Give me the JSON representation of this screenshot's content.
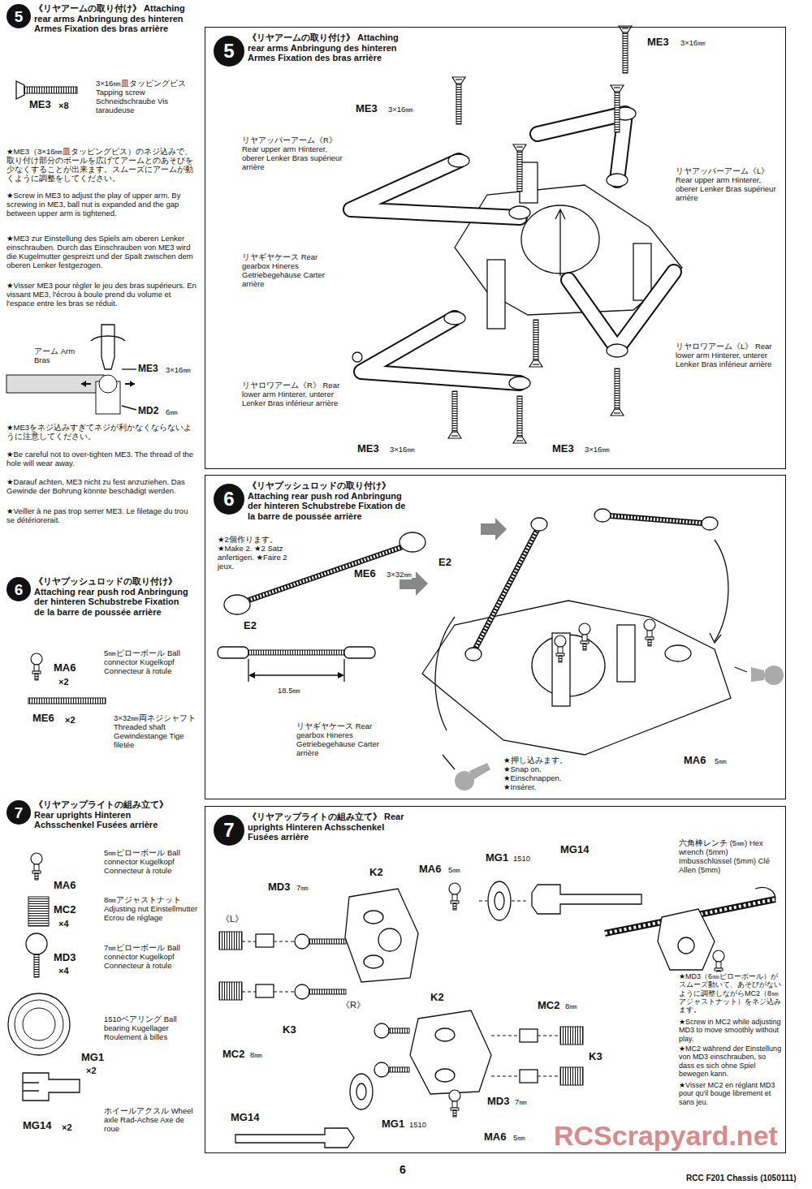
{
  "diagram": {
    "nodes": [
      {
        "text": [
          "5"
        ]
      },
      {
        "text": [
          "《リヤアームの取り付け》 Attaching rear arms Anbringung des hinteren Armes Fixation des bras arrière"
        ]
      },
      {
        "text": [
          "5"
        ],
        "in": 1
      },
      {
        "text": [
          "6"
        ]
      },
      {
        "text": [
          "《リヤプッシュロッドの取り付け》 Attaching rear push rod Anbringung der hinteren Schubstrebe Fixation de la barre de poussée arrière"
        ]
      },
      {
        "text": [
          "6"
        ],
        "in": 4
      },
      {
        "text": [
          "7"
        ]
      },
      {
        "text": [
          "《リヤアップライトの組み立て》 Rear uprights Hinteren Achsschenkel Fusées arrière"
        ]
      },
      {
        "text": [
          "7"
        ],
        "in": 7
      }
    ],
    "labels": [
      "《リヤアームの取り付け》 Attaching rear arms Anbringung des hinteren Armes Fixation des bras arrière",
      "3×16㎜皿タッピングビス Tapping screw Schneidschraube Vis taraudeuse",
      "ME3",
      "×8",
      "★ME3（3×16㎜皿タッピングビス）のネジ込みで、取り付け部分のボールを広げてアームとのあそびを少なくすることが出来ます。スムーズにアームが動くように調整をしてください。",
      "★Screw in ME3 to adjust the play of upper arm. By screwing in ME3, ball nut is expanded and the gap between upper arm is tightened.",
      "★ME3 zur Einstellung des Spiels am oberen Lenker einschrauben. Durch das Einschrauben von ME3 wird die Kugelmutter gespreizt und der Spalt zwischen dem oberen Lenker festgezogen.",
      "★Visser ME3 pour régler le jeu des bras supérieurs. En vissant ME3, l'écrou à boule prend du volume et l'espace entre les bras se réduit.",
      "アーム Arm Bras",
      "ME3",
      "3×16㎜",
      "MD2",
      "6㎜",
      "★ME3をネジ込みすぎてネジが利かなくならないように注意してください。",
      "★Be careful not to over-tighten ME3. The thread of the hole will wear away.",
      "★Darauf achten, ME3 nicht zu fest anzuziehen. Das Gewinde der Bohrung könnte beschädigt werden.",
      "★Veiller à ne pas trop serrer ME3. Le filetage du trou se détériorerait.",
      "《リヤプッシュロッドの取り付け》 Attaching rear push rod Anbringung der hinteren Schubstrebe Fixation de la barre de poussée arrière",
      "5㎜ピローボール Ball connector Kugelkopf Connecteur à rotule",
      "MA6",
      "×2",
      "ME6",
      "×2",
      "3×32㎜両ネジシャフト Threaded shaft Gewindestange Tige filetée",
      "《リヤアップライトの組み立て》 Rear uprights Hinteren Achsschenkel Fusées arrière",
      "5㎜ピローボール Ball connector Kugelkopf Connecteur à rotule",
      "MA6",
      "8㎜アジャストナット Adjusting nut Einstellmutter Ecrou de réglage",
      "MC2",
      "×4",
      "7㎜ピローボール Ball connector Kugelkopf Connecteur à rotule",
      "MD3",
      "×4",
      "1510ベアリング Ball bearing Kugellager Roulement à billes",
      "MG1",
      "×2",
      "ホイールアクスル Wheel axle Rad-Achse Axe de roue",
      "MG14",
      "×2",
      "ME3",
      "3×16㎜",
      "ME3",
      "3×16㎜",
      "リヤアッパーアーム《R》 Rear upper arm Hinterer, oberer Lenker Bras supérieur arrière",
      "リヤアッパーアーム《L》 Rear upper arm Hinterer, oberer Lenker Bras supérieur arrière",
      "リヤギヤケース Rear gearbox Hineres Getriebegehäuse Carter arrière",
      "リヤロワアーム《R》 Rear lower arm Hinterer, unterer Lenker Bras inférieur arrière",
      "リヤロワアーム《L》 Rear lower arm Hinterer, unterer Lenker Bras inférieur arrière",
      "ME3",
      "3×16㎜",
      "ME3",
      "3×16㎜",
      "★2個作ります。 ★Make 2. ★2 Satz anfertigen. ★Faire 2 jeux.",
      "E2",
      "ME6",
      "3×32㎜",
      "E2",
      "18.5㎜",
      "リヤギヤケース Rear gearbox Hineres Getriebegehäuse Carter arrière",
      "★押し込みます。 ★Snap on. ★Einschnappen. ★Insérer.",
      "MA6",
      "5㎜",
      "MA6",
      "5㎜",
      "K2",
      "MG1",
      "1510",
      "MG14",
      "六角棒レンチ (5㎜) Hex wrench (5mm) Imbusschlüssel (5mm) Clé Allen (5mm)",
      "《L》",
      "MD3",
      "7㎜",
      "MC2",
      "8㎜",
      "MD3",
      "7㎜",
      "K2",
      "K3",
      "MC2",
      "8㎜",
      "K3",
      "《R》",
      "MG14",
      "MG1",
      "1510",
      "MA6",
      "5㎜",
      "★MD3（6㎜ピローボール）がスムーズ動いて、あそびがないように調整しながらMC2（8㎜アジャストナット）をネジ込みます。",
      "★Screw in MC2 while adjusting MD3 to move smoothly without play.",
      "★MC2 während der Einstellung von MD3 einschrauben, so dass es sich ohne Spiel bewegen kann.",
      "★Visser MC2 en réglant MD3 pour qu'il bouge librement et sans jeu.",
      "6",
      "RCC F201 Chassis (1050111)",
      "RCScrapyard.net"
    ]
  }
}
